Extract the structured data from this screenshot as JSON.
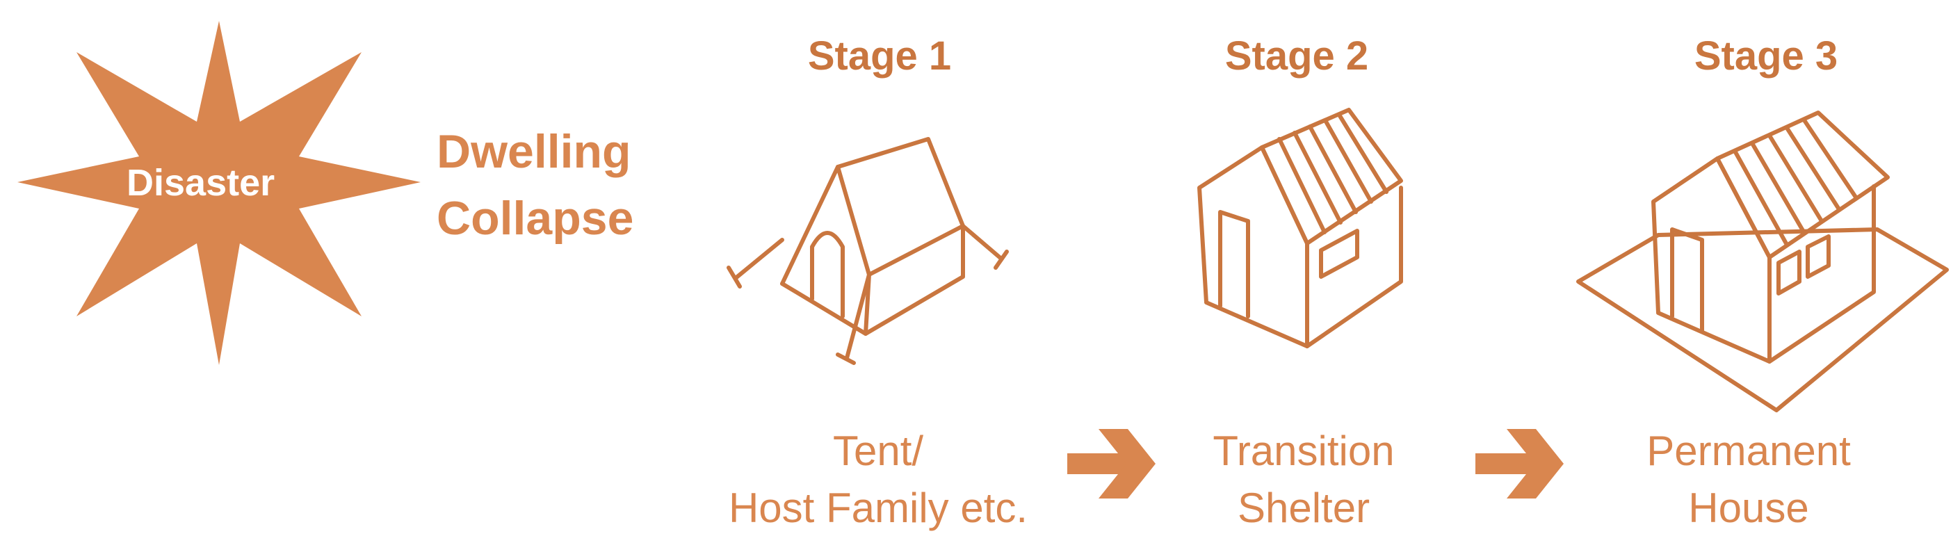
{
  "colors": {
    "accent": "#d9864f",
    "accent_dark": "#c9763f",
    "background": "#ffffff"
  },
  "disaster": {
    "label": "Disaster",
    "icon": "star-burst-icon"
  },
  "collapse": {
    "line1": "Dwelling",
    "line2": "Collapse"
  },
  "stages": [
    {
      "title": "Stage 1",
      "icon": "tent-icon",
      "caption_line1": "Tent/",
      "caption_line2": "Host Family etc."
    },
    {
      "title": "Stage 2",
      "icon": "shelter-house-icon",
      "caption_line1": "Transition",
      "caption_line2": "Shelter"
    },
    {
      "title": "Stage 3",
      "icon": "permanent-house-icon",
      "caption_line1": "Permanent",
      "caption_line2": "House"
    }
  ],
  "arrows": [
    {
      "icon": "arrow-right-icon"
    },
    {
      "icon": "arrow-right-icon"
    }
  ]
}
